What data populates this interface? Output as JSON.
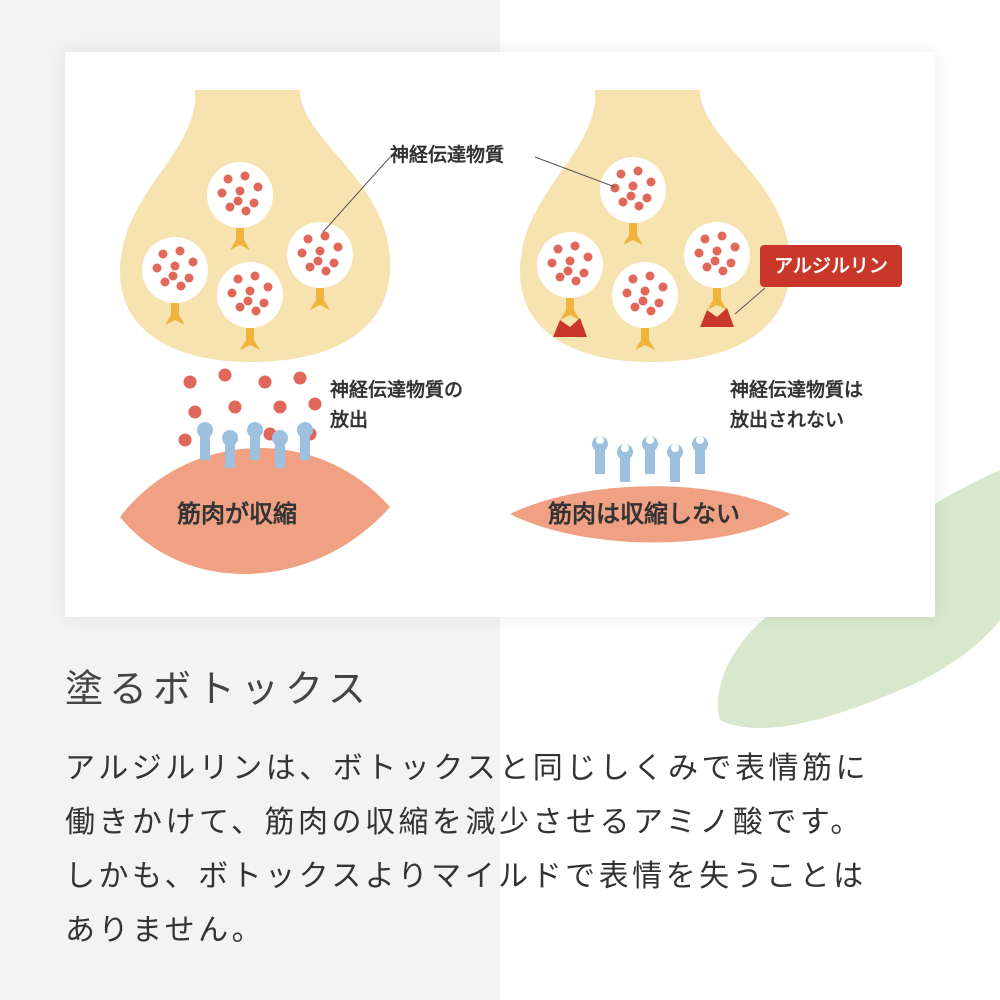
{
  "diagram": {
    "left": {
      "neurotransmitter_label": "神経伝達物質",
      "release_label": "神経伝達物質の\n放出",
      "muscle_label": "筋肉が収縮"
    },
    "right": {
      "argireline_tag": "アルジルリン",
      "no_release_label": "神経伝達物質は\n放出されない",
      "muscle_label": "筋肉は収縮しない"
    },
    "colors": {
      "bulb": "#f7e3b0",
      "dot": "#e0675a",
      "receptor": "#f0b43c",
      "muscle": "#f0a184",
      "muscle_receptor": "#9cc0de",
      "tag": "#c8372a",
      "accent_green": "#cfe3bf"
    }
  },
  "heading": "塗るボトックス",
  "body_lines": [
    "アルジルリンは、ボトックスと同じしくみで表情筋に",
    "働きかけて、筋肉の収縮を減少させるアミノ酸です。",
    "しかも、ボトックスよりマイルドで表情を失うことは",
    "ありません。"
  ]
}
